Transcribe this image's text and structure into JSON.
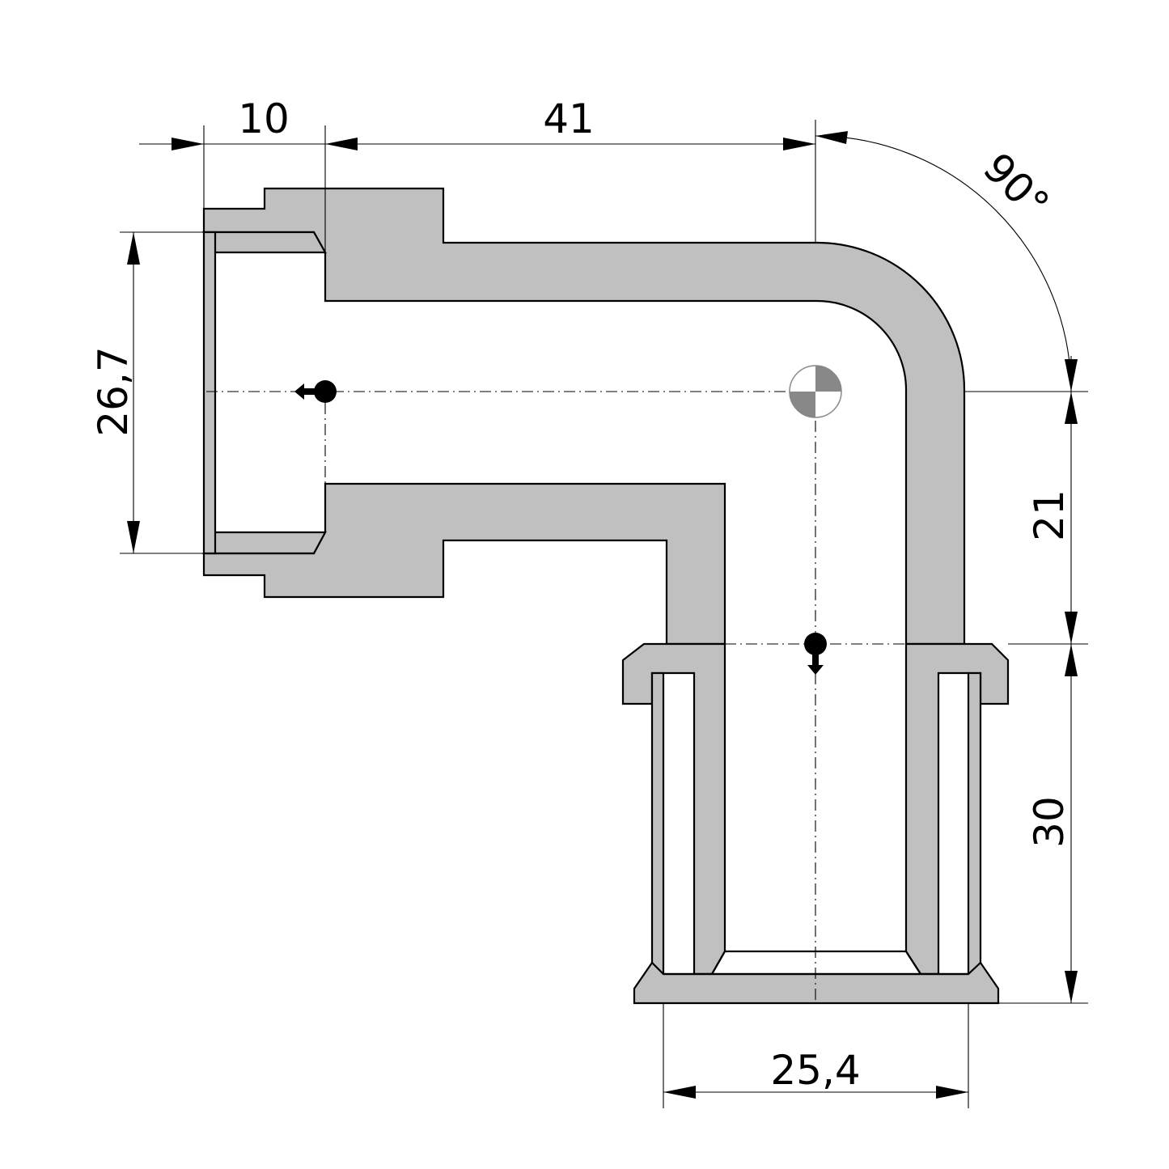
{
  "dimensions": {
    "top_left": "10",
    "top_right": "41",
    "angle": "90°",
    "left_height": "26,7",
    "right_upper": "21",
    "right_lower": "30",
    "bottom_width": "25,4"
  }
}
